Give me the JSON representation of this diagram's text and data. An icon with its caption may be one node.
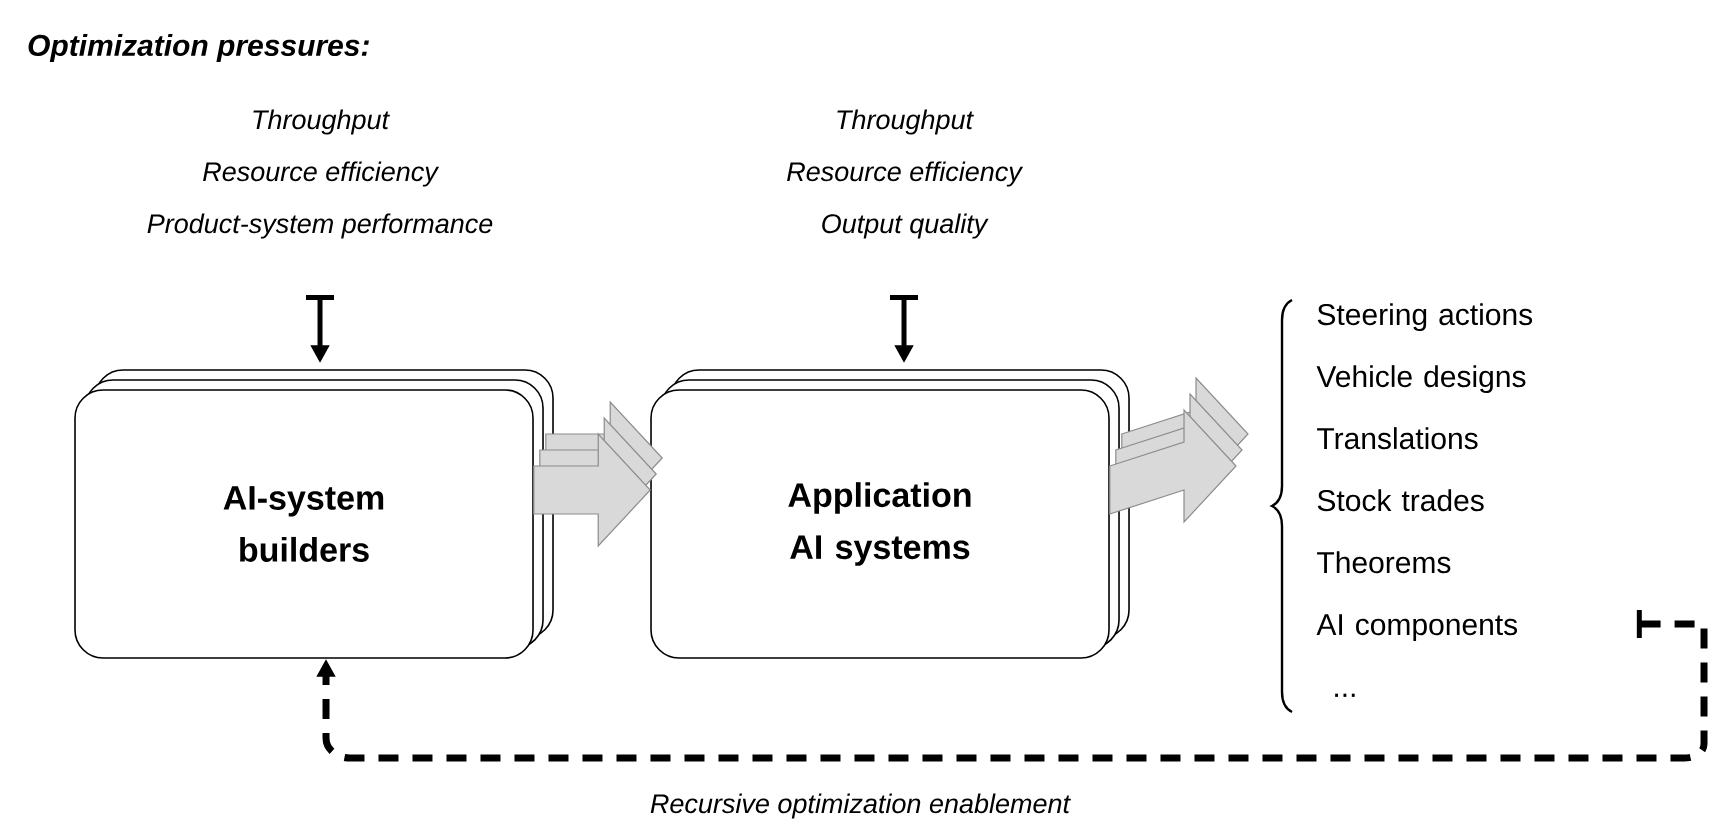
{
  "diagram": {
    "title": "Optimization pressures:",
    "nodes": [
      {
        "text": [
          "Throughput",
          "Resource efficiency",
          "Product-system performance"
        ]
      },
      {
        "text": [
          "AI-system builders"
        ]
      },
      {
        "text": [
          "Throughput",
          "Resource efficiency",
          "Output quality"
        ]
      },
      {
        "text": [
          "Application AI systems"
        ]
      },
      {
        "text": [
          "Steering actions",
          "Vehicle designs",
          "Translations",
          "Stock trades",
          "Theorems",
          "AI components",
          "..."
        ]
      }
    ],
    "edges": [
      {
        "from": 0,
        "to": 1,
        "arrow": "to"
      },
      {
        "from": 2,
        "to": 3,
        "arrow": "to"
      },
      {
        "from": 1,
        "to": 3,
        "arrow": "to",
        "style": "thick",
        "color": "#d9d9d9"
      },
      {
        "from": 3,
        "to": 4,
        "arrow": "to",
        "style": "thick",
        "color": "#d9d9d9"
      },
      {
        "from": 4,
        "to": 1,
        "arrow": "to",
        "style": "dashed",
        "label": "Recursive optimization enablement"
      }
    ]
  }
}
